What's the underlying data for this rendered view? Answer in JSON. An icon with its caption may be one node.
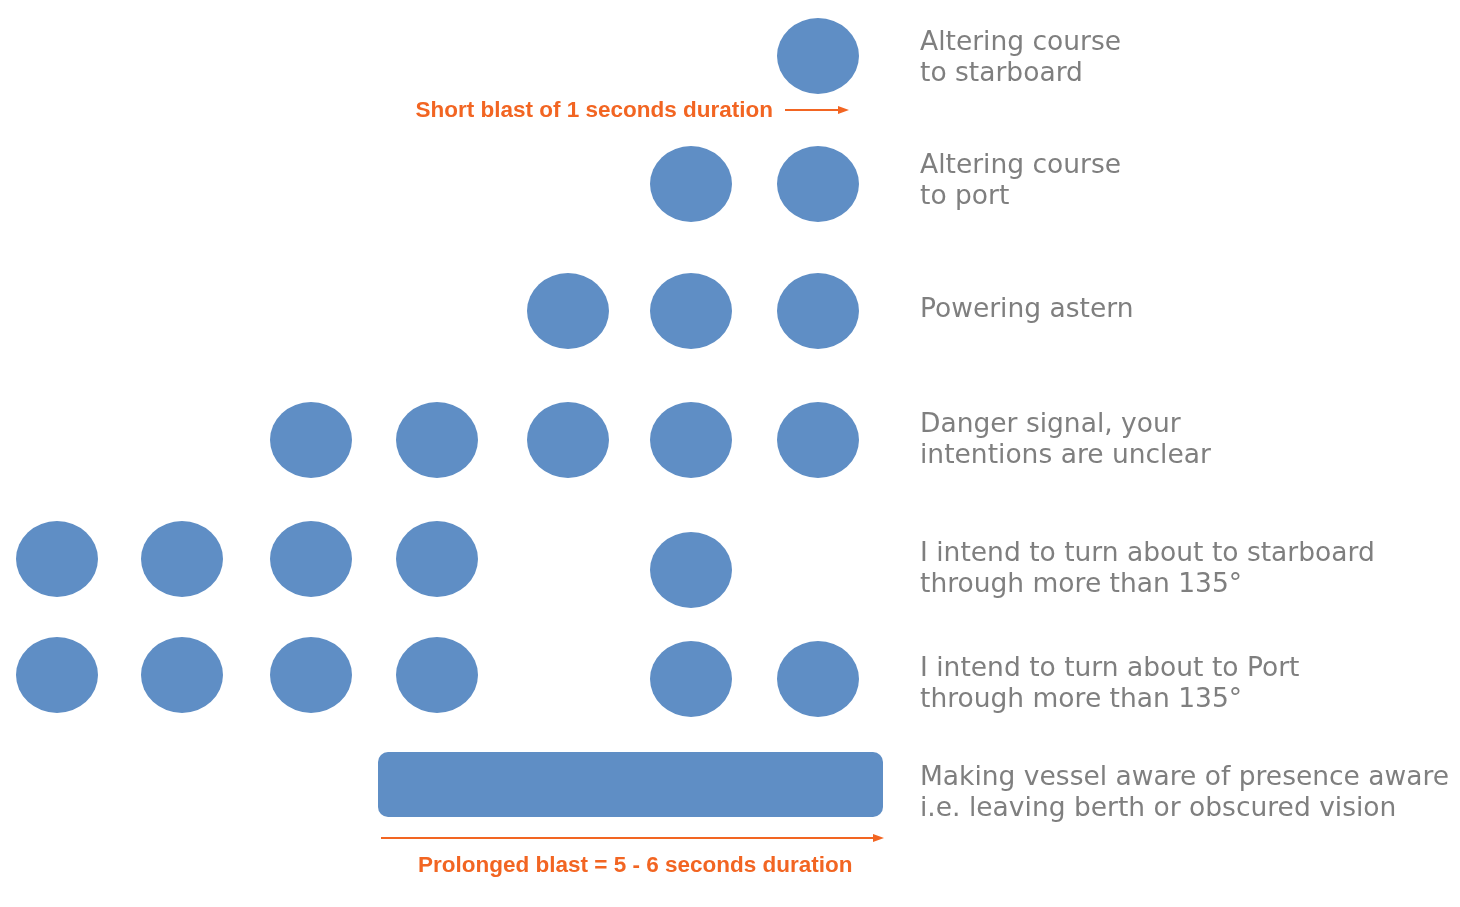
{
  "diagram": {
    "nodes": [
      {
        "text": [],
        "shape": "circle"
      },
      {
        "text": [],
        "shape": "circle"
      },
      {
        "text": [],
        "shape": "circle"
      },
      {
        "text": [],
        "shape": "circle"
      },
      {
        "text": [],
        "shape": "circle"
      },
      {
        "text": [],
        "shape": "circle"
      },
      {
        "text": [],
        "shape": "circle"
      },
      {
        "text": [],
        "shape": "circle"
      },
      {
        "text": [],
        "shape": "circle"
      },
      {
        "text": [],
        "shape": "circle"
      },
      {
        "text": [],
        "shape": "circle"
      },
      {
        "text": [],
        "shape": "circle"
      },
      {
        "text": [],
        "shape": "circle"
      },
      {
        "text": [],
        "shape": "circle"
      },
      {
        "text": [],
        "shape": "circle"
      },
      {
        "text": [],
        "shape": "circle"
      },
      {
        "text": [],
        "shape": "circle"
      },
      {
        "text": [],
        "shape": "circle"
      },
      {
        "text": [],
        "shape": "circle"
      },
      {
        "text": [],
        "shape": "circle"
      },
      {
        "text": [],
        "shape": "circle"
      },
      {
        "text": [],
        "shape": "circle"
      },
      {
        "text": [],
        "shape": "bar"
      }
    ],
    "labels": [
      "Altering course to starboard",
      "Short blast of 1 seconds duration",
      "Altering course to port",
      "Powering astern",
      "Danger signal, your intentions are unclear",
      "I intend to turn about to starboard through more than 135°",
      "I intend to turn about to Port through more than 135°",
      "Making vessel aware of presence aware i.e. leaving berth or obscured vision",
      "Prolonged blast = 5 - 6 seconds duration"
    ]
  }
}
